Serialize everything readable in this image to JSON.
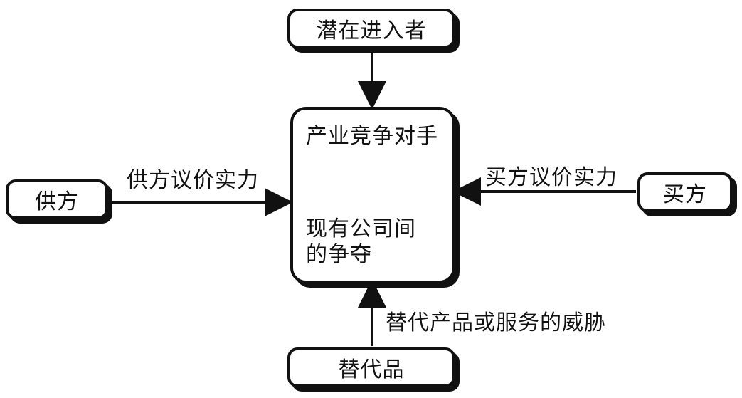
{
  "nodes": {
    "entrants": "潜在进入者",
    "supplier": "供方",
    "buyer": "买方",
    "substitute": "替代品",
    "center": {
      "title": "产业竞争对手",
      "caption_line1": "现有公司间",
      "caption_line2": "的争夺"
    }
  },
  "edges": {
    "supplier_power": "供方议价实力",
    "buyer_power": "买方议价实力",
    "substitute_threat": "替代产品或服务的威胁"
  }
}
